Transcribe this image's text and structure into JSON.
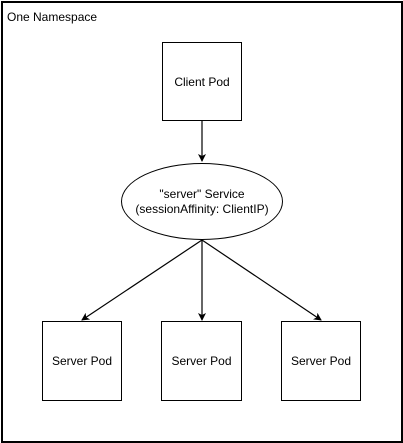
{
  "namespace": {
    "label": "One Namespace"
  },
  "nodes": {
    "client": "Client Pod",
    "service_line1": "\"server\" Service",
    "service_line2": "(sessionAffinity: ClientIP)",
    "servers": [
      "Server Pod",
      "Server Pod",
      "Server Pod"
    ]
  },
  "edges": [
    {
      "from": "Client Pod",
      "to": "\"server\" Service"
    },
    {
      "from": "\"server\" Service",
      "to": "Server Pod 1"
    },
    {
      "from": "\"server\" Service",
      "to": "Server Pod 2"
    },
    {
      "from": "\"server\" Service",
      "to": "Server Pod 3"
    }
  ]
}
